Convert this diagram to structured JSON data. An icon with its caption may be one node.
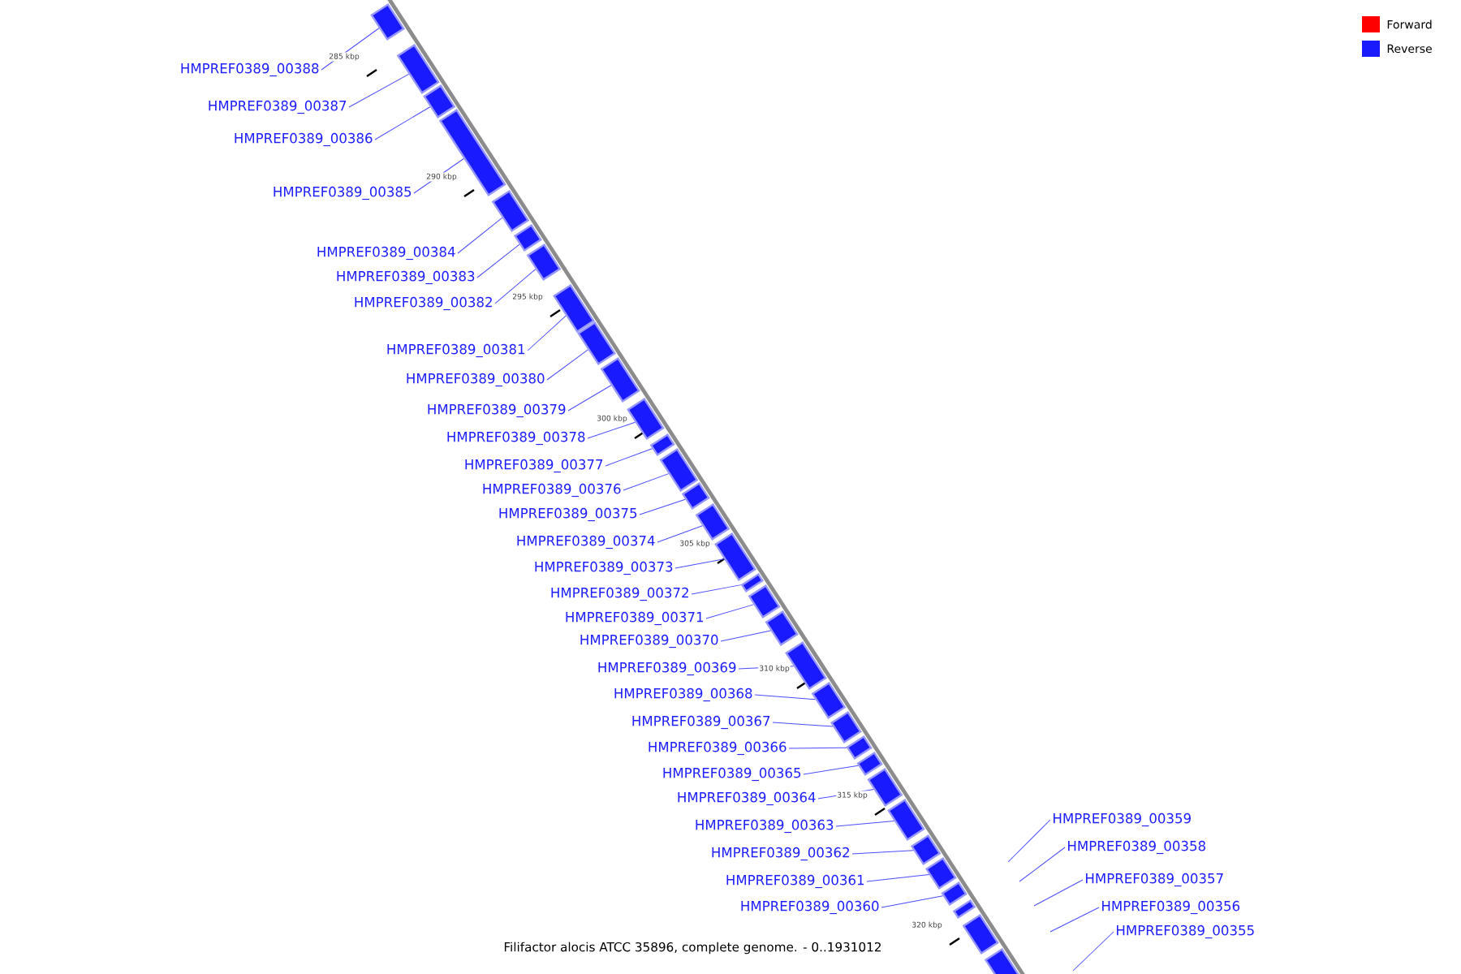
{
  "diagram": {
    "caption": "Filifactor alocis ATCC 35896, complete genome. - 0..1931012",
    "nodes": [
      {
        "text": [
          "HMPREF0389_00388"
        ]
      },
      {
        "text": [
          "HMPREF0389_00387"
        ]
      },
      {
        "text": [
          "HMPREF0389_00386"
        ]
      },
      {
        "text": [
          "HMPREF0389_00385"
        ]
      },
      {
        "text": [
          "HMPREF0389_00384"
        ]
      },
      {
        "text": [
          "HMPREF0389_00383"
        ]
      },
      {
        "text": [
          "HMPREF0389_00382"
        ]
      },
      {
        "text": [
          "HMPREF0389_00381"
        ]
      },
      {
        "text": [
          "HMPREF0389_00380"
        ]
      },
      {
        "text": [
          "HMPREF0389_00379"
        ]
      },
      {
        "text": [
          "HMPREF0389_00378"
        ]
      },
      {
        "text": [
          "HMPREF0389_00377"
        ]
      },
      {
        "text": [
          "HMPREF0389_00376"
        ]
      },
      {
        "text": [
          "HMPREF0389_00375"
        ]
      },
      {
        "text": [
          "HMPREF0389_00374"
        ]
      },
      {
        "text": [
          "HMPREF0389_00373"
        ]
      },
      {
        "text": [
          "HMPREF0389_00372"
        ]
      },
      {
        "text": [
          "HMPREF0389_00371"
        ]
      },
      {
        "text": [
          "HMPREF0389_00370"
        ]
      },
      {
        "text": [
          "HMPREF0389_00369"
        ]
      },
      {
        "text": [
          "HMPREF0389_00368"
        ]
      },
      {
        "text": [
          "HMPREF0389_00367"
        ]
      },
      {
        "text": [
          "HMPREF0389_00366"
        ]
      },
      {
        "text": [
          "HMPREF0389_00365"
        ]
      },
      {
        "text": [
          "HMPREF0389_00364"
        ]
      },
      {
        "text": [
          "HMPREF0389_00363"
        ]
      },
      {
        "text": [
          "HMPREF0389_00362"
        ]
      },
      {
        "text": [
          "HMPREF0389_00361"
        ]
      },
      {
        "text": [
          "HMPREF0389_00360"
        ]
      },
      {
        "text": [],
        "shape": "box"
      },
      {
        "text": [],
        "shape": "box"
      },
      {
        "text": [],
        "shape": "box"
      },
      {
        "text": [],
        "shape": "box"
      },
      {
        "text": [],
        "shape": "box"
      },
      {
        "text": [],
        "shape": "box"
      },
      {
        "text": [],
        "shape": "box"
      },
      {
        "text": [],
        "shape": "box"
      },
      {
        "text": [],
        "shape": "box"
      },
      {
        "text": [],
        "shape": "box"
      },
      {
        "text": [],
        "shape": "box"
      },
      {
        "text": [],
        "shape": "box"
      },
      {
        "text": [],
        "shape": "box"
      },
      {
        "text": [],
        "shape": "box"
      },
      {
        "text": [],
        "shape": "box"
      },
      {
        "text": [],
        "shape": "box"
      },
      {
        "text": [],
        "shape": "box"
      },
      {
        "text": [],
        "shape": "box"
      },
      {
        "text": [],
        "shape": "box"
      },
      {
        "text": [],
        "shape": "box"
      },
      {
        "text": [],
        "shape": "box"
      },
      {
        "text": [],
        "shape": "box"
      },
      {
        "text": [],
        "shape": "box"
      },
      {
        "text": [],
        "shape": "box"
      },
      {
        "text": [],
        "shape": "box"
      },
      {
        "text": [],
        "shape": "box"
      },
      {
        "text": [],
        "shape": "box"
      },
      {
        "text": [],
        "shape": "box"
      },
      {
        "text": [],
        "shape": "box"
      },
      {
        "text": [
          "HMPREF0389_00359"
        ]
      },
      {
        "text": [
          "HMPREF0389_00358"
        ]
      },
      {
        "text": [
          "HMPREF0389_00357"
        ]
      },
      {
        "text": [
          "HMPREF0389_00356"
        ]
      },
      {
        "text": [
          "HMPREF0389_00355"
        ]
      },
      {
        "text": [],
        "shape": "box"
      },
      {
        "text": [],
        "shape": "box"
      },
      {
        "text": [],
        "shape": "box"
      }
    ],
    "edges": [
      {
        "from": 0,
        "to": 29,
        "arrow": "none"
      },
      {
        "from": 1,
        "to": 30,
        "arrow": "none"
      },
      {
        "from": 2,
        "to": 31,
        "arrow": "none"
      },
      {
        "from": 3,
        "to": 32,
        "arrow": "none"
      },
      {
        "from": 4,
        "to": 33,
        "arrow": "none"
      },
      {
        "from": 5,
        "to": 34,
        "arrow": "none"
      },
      {
        "from": 6,
        "to": 35,
        "arrow": "none"
      },
      {
        "from": 7,
        "to": 36,
        "arrow": "none"
      },
      {
        "from": 8,
        "to": 37,
        "arrow": "none"
      },
      {
        "from": 9,
        "to": 38,
        "arrow": "none"
      },
      {
        "from": 10,
        "to": 39,
        "arrow": "none"
      },
      {
        "from": 11,
        "to": 40,
        "arrow": "none"
      },
      {
        "from": 12,
        "to": 41,
        "arrow": "none"
      },
      {
        "from": 13,
        "to": 42,
        "arrow": "none"
      },
      {
        "from": 14,
        "to": 43,
        "arrow": "none"
      },
      {
        "from": 15,
        "to": 44,
        "arrow": "none"
      },
      {
        "from": 16,
        "to": 45,
        "arrow": "none"
      },
      {
        "from": 17,
        "to": 46,
        "arrow": "none"
      },
      {
        "from": 18,
        "to": 47,
        "arrow": "none"
      },
      {
        "from": 19,
        "to": 48,
        "arrow": "none"
      },
      {
        "from": 20,
        "to": 49,
        "arrow": "none"
      },
      {
        "from": 21,
        "to": 50,
        "arrow": "none"
      },
      {
        "from": 22,
        "to": 51,
        "arrow": "none"
      },
      {
        "from": 23,
        "to": 52,
        "arrow": "none"
      },
      {
        "from": 24,
        "to": 53,
        "arrow": "none"
      },
      {
        "from": 25,
        "to": 54,
        "arrow": "none"
      },
      {
        "from": 26,
        "to": 55,
        "arrow": "none"
      },
      {
        "from": 27,
        "to": 56,
        "arrow": "none"
      },
      {
        "from": 28,
        "to": 57,
        "arrow": "none"
      },
      {
        "from": 58,
        "to": null,
        "arrow": "none"
      },
      {
        "from": 59,
        "to": null,
        "arrow": "none"
      },
      {
        "from": 60,
        "to": null,
        "arrow": "none"
      },
      {
        "from": 61,
        "to": null,
        "arrow": "none"
      },
      {
        "from": 62,
        "to": null,
        "arrow": "none"
      }
    ],
    "labels": [
      "285 kbp",
      "290 kbp",
      "295 kbp",
      "300 kbp",
      "305 kbp",
      "310 kbp",
      "315 kbp",
      "320 kbp"
    ],
    "legend": [
      {
        "text": "Forward",
        "color": "#ff0000"
      },
      {
        "text": "Reverse",
        "color": "#1a1aff"
      }
    ]
  }
}
